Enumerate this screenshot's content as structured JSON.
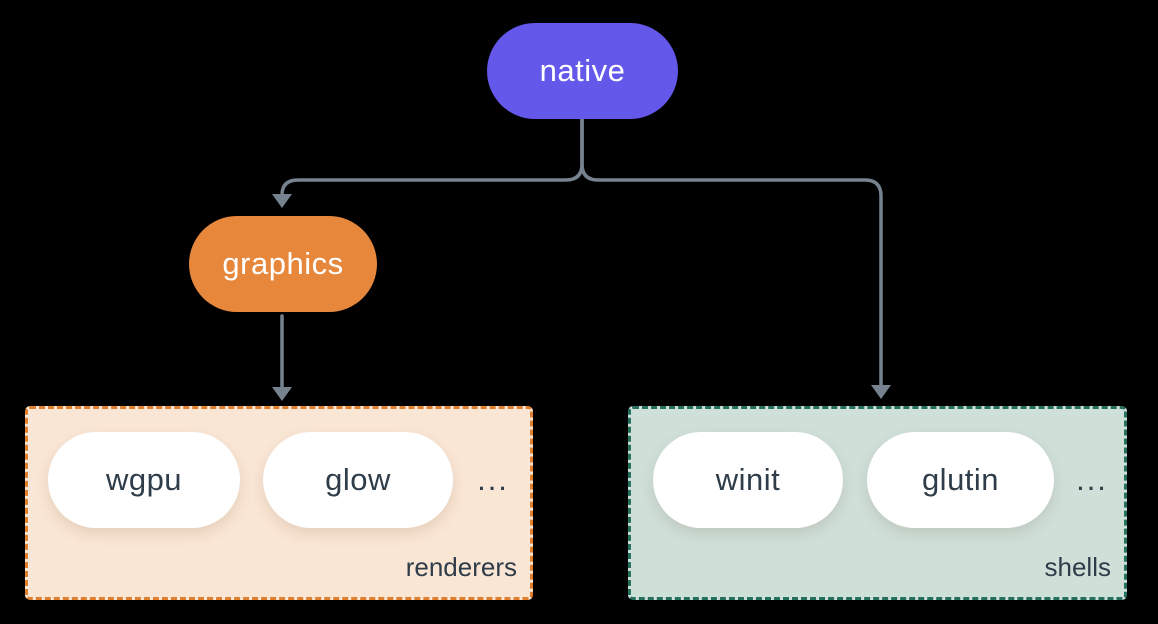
{
  "diagram": {
    "root": {
      "label": "native"
    },
    "graphics": {
      "label": "graphics"
    },
    "renderers": {
      "label": "renderers",
      "items": [
        "wgpu",
        "glow"
      ],
      "ellipsis": "..."
    },
    "shells": {
      "label": "shells",
      "items": [
        "winit",
        "glutin"
      ],
      "ellipsis": "..."
    }
  },
  "colors": {
    "background": "#000000",
    "native-bg": "#6358E9",
    "graphics-bg": "#E6873C",
    "renderers-bg": "#FAE6D5",
    "renderers-border": "#E0802F",
    "shells-bg": "#CFE0D9",
    "shells-border": "#26705F",
    "pill-bg": "#FFFFFF",
    "dark-text": "#2E3D49",
    "light-text": "#FFFFFF",
    "connector": "#76828E"
  }
}
